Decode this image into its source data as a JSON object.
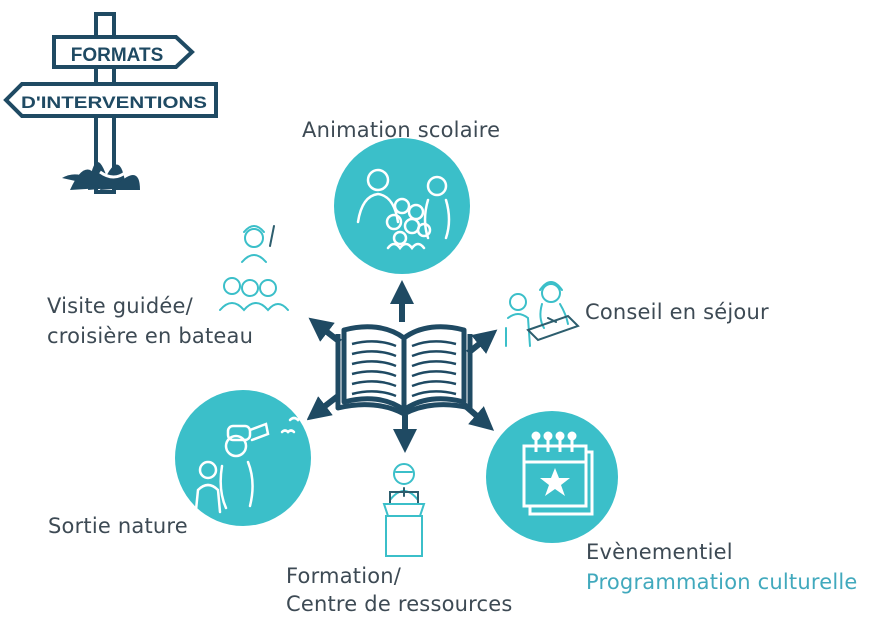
{
  "colors": {
    "teal": "#3bbfc9",
    "navy": "#1f4a63",
    "text": "#3d4a54",
    "accent_text": "#41a9bd",
    "sketch": "#2d5e6e"
  },
  "signpost": {
    "top": "FORMATS",
    "bottom": "D'INTERVENTIONS"
  },
  "center": {
    "icon": "open-book-icon"
  },
  "nodes": {
    "animation": {
      "label": "Animation scolaire",
      "icon": "schoolchildren-group-icon"
    },
    "conseil": {
      "label": "Conseil en séjour",
      "icon": "advisor-desk-icon"
    },
    "evenementiel": {
      "label_1": "Evènementiel",
      "label_2": "Programmation culturelle",
      "icon": "calendar-star-icon"
    },
    "formation": {
      "label_1": "Formation/",
      "label_2": "Centre de ressources",
      "icon": "trainer-lectern-icon"
    },
    "sortie": {
      "label": "Sortie nature",
      "icon": "binoculars-birdwatching-icon"
    },
    "visite": {
      "label_1": "Visite guidée/",
      "label_2": "croisière en bateau",
      "icon": "guide-group-icon"
    }
  }
}
